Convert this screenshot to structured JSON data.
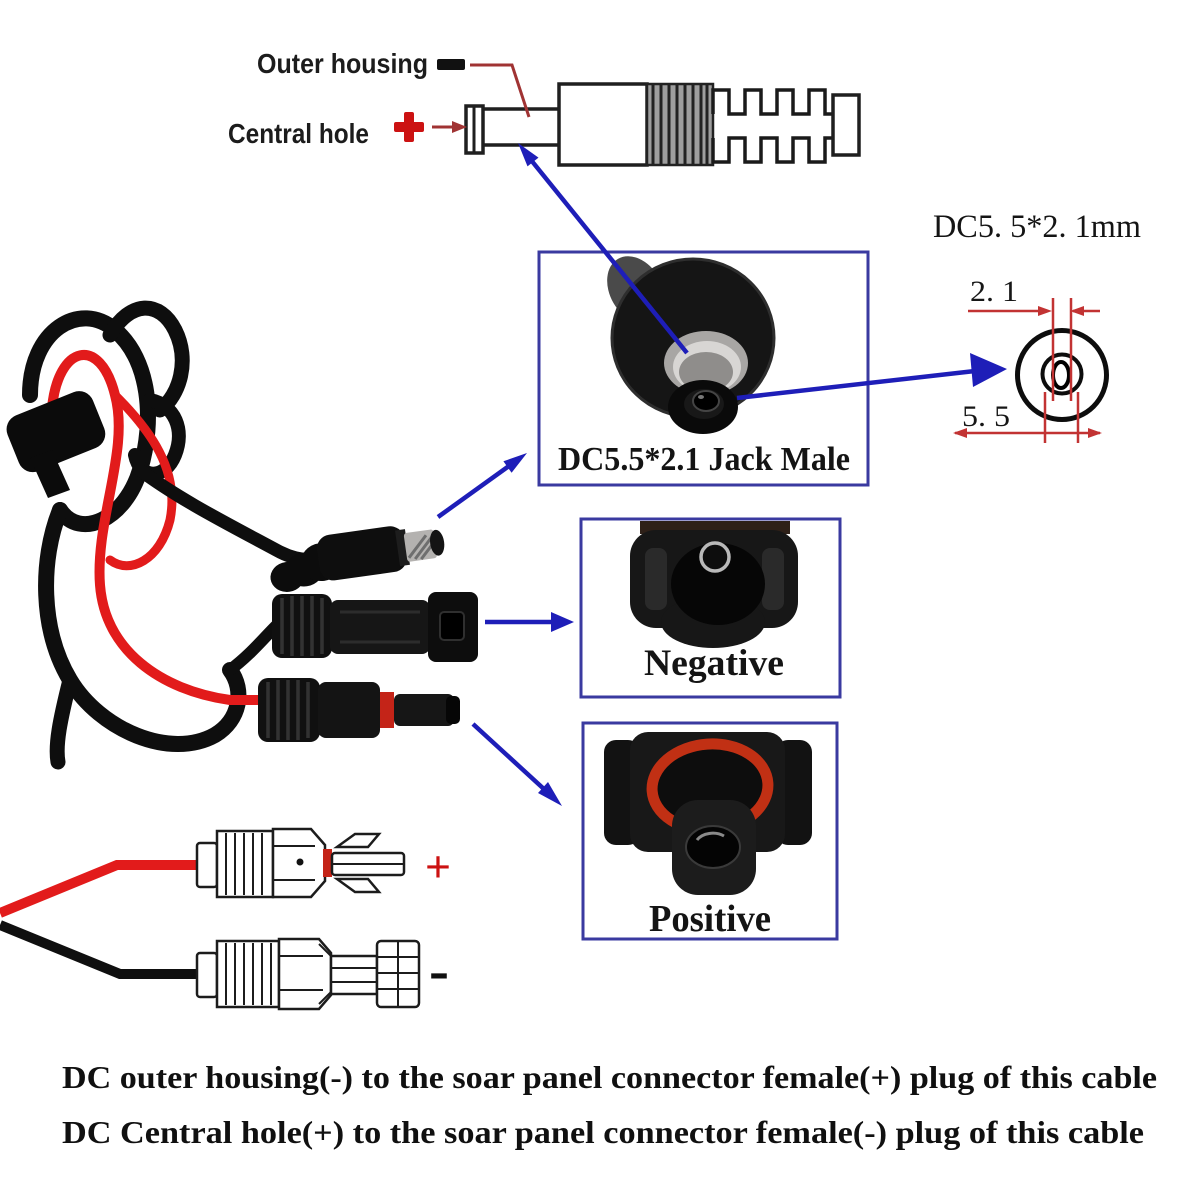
{
  "page": {
    "background": "#ffffff"
  },
  "colors": {
    "arrow_blue": "#1e1eb8",
    "box_border": "#3a3aa0",
    "dimension_red": "#c23333",
    "wire_red": "#e21b1b",
    "wire_black": "#0f0f0f",
    "polarity_plus_red": "#cc1212"
  },
  "labels": {
    "outer_housing": "Outer housing",
    "central_hole": "Central hole"
  },
  "icons": {
    "outer_housing_polarity": "minus",
    "central_hole_polarity": "plus"
  },
  "dimension_diagram": {
    "title": "DC5. 5*2. 1mm",
    "pin_diameter": "2. 1",
    "barrel_diameter": "5. 5"
  },
  "callouts": {
    "jack_male": "DC5.5*2.1 Jack Male",
    "negative": "Negative",
    "positive": "Positive"
  },
  "wiring_drawing": {
    "positive_sign": "+",
    "negative_sign": "-"
  },
  "footer": {
    "line1": "DC outer housing(-) to the soar panel connector female(+) plug of this cable",
    "line2": "DC Central hole(+) to the soar panel connector female(-) plug of this cable"
  }
}
